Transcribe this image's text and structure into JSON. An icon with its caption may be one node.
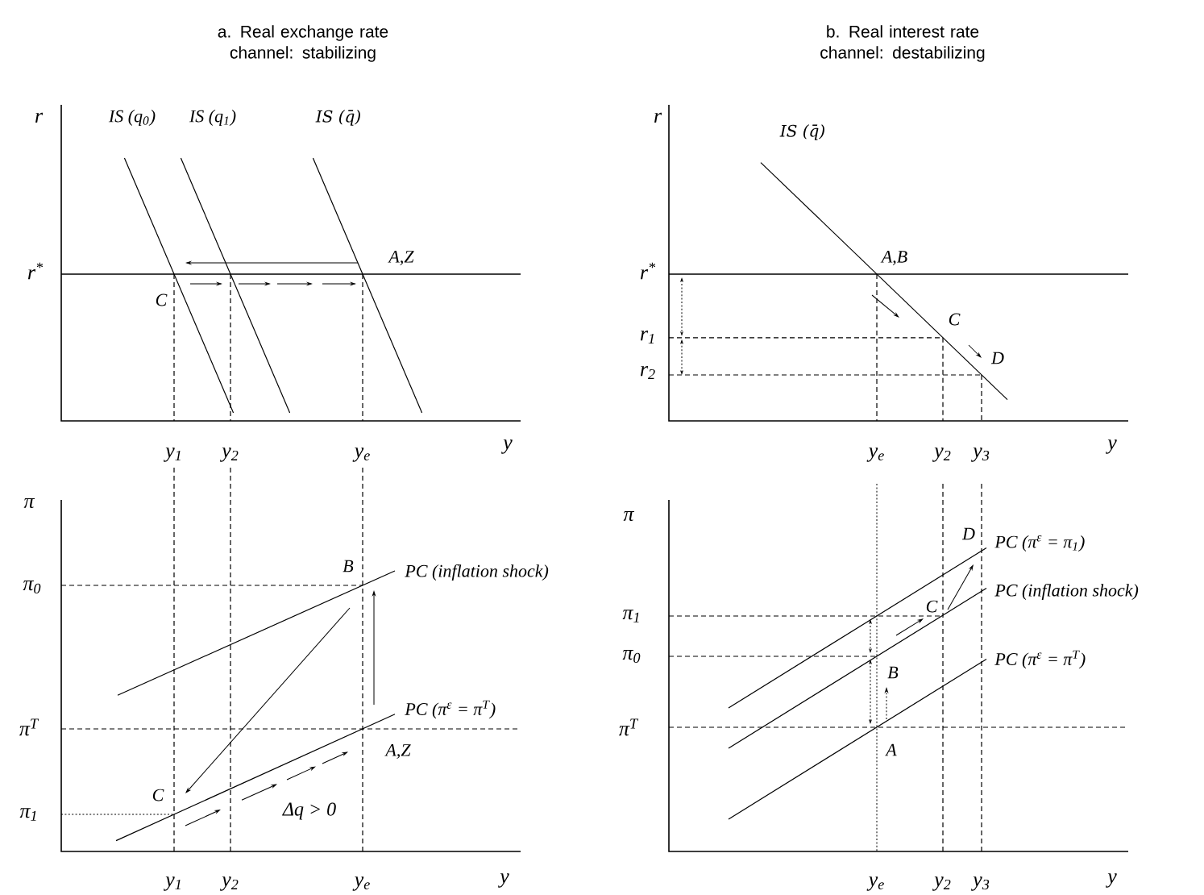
{
  "diagram": {
    "labels": [
      "a. Real exchange rate channel: stabilizing",
      "b. Real interest rate channel: destabilizing",
      "r",
      "IS (q$_{0}$)",
      "IS (q$_{1}$)",
      "IS (q̄)",
      "r",
      "IS (q̄)",
      "A,Z",
      "r$^{*}$",
      "C",
      "A,B",
      "r$^{*}$",
      "C",
      "r$_{1}$",
      "D",
      "r$_{2}$",
      "y$_{1}$",
      "y$_{2}$",
      "y$_{e}$",
      "y",
      "y$_{e}$",
      "y$_{2}$",
      "y$_{3}$",
      "y",
      "π",
      "π",
      "D",
      "PC (π$^{ε}$ = π$_{1}$)",
      "B",
      "PC (inflation shock)",
      "π$_{0}$",
      "C",
      "PC (inflation shock)",
      "π$_{1}$",
      "π$_{0}$",
      "B",
      "PC (π$^{ε}$ = π$^{T}$)",
      "π$^{T}$",
      "π$^{T}$",
      "A,Z",
      "PC (π$^{ε}$ = π$^{T}$)",
      "A",
      "C",
      "π$_{1}$",
      "Δq > 0",
      "y$_{1}$",
      "y$_{2}$",
      "y$_{e}$",
      "y",
      "y$_{e}$",
      "y$_{2}$",
      "y$_{3}$",
      "y"
    ]
  }
}
